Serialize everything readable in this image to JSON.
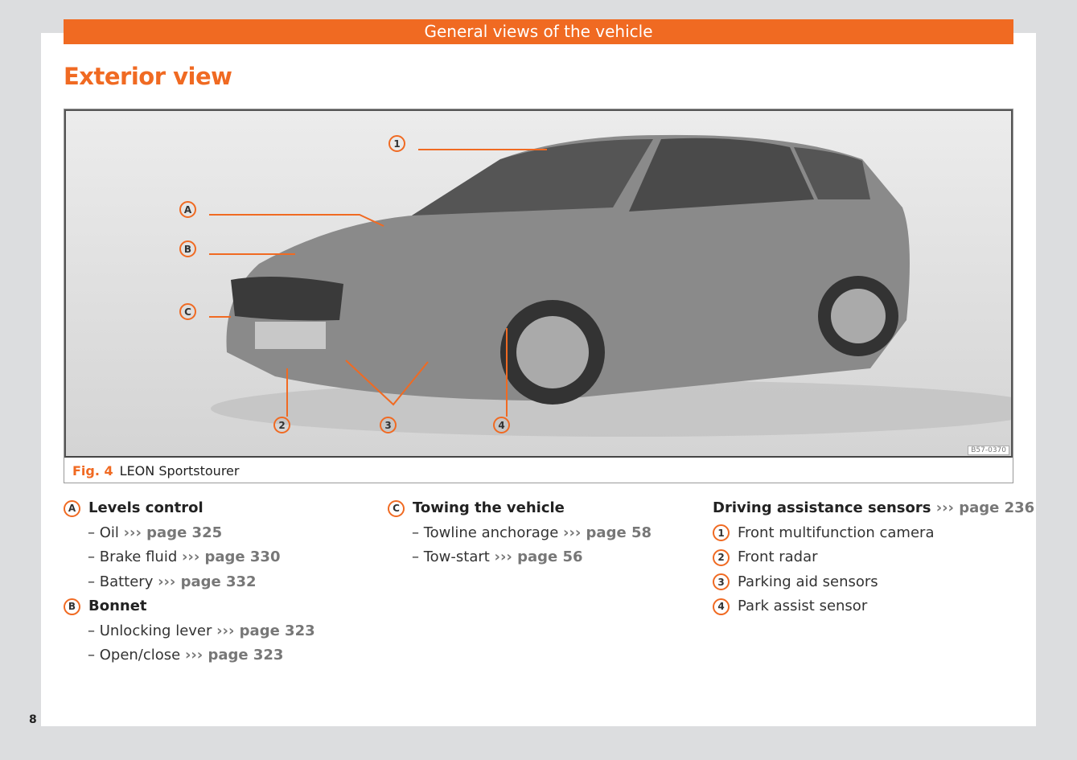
{
  "header": {
    "section": "General views of the vehicle",
    "title": "Exterior view"
  },
  "figure": {
    "label": "Fig. 4",
    "caption": "LEON Sportstourer",
    "code": "B57-0370",
    "callouts": [
      "1",
      "A",
      "B",
      "C",
      "2",
      "3",
      "4"
    ]
  },
  "col_a": [
    {
      "badge": "A",
      "title": "Levels control",
      "items": [
        {
          "text": "– Oil",
          "ref": "››› page 325"
        },
        {
          "text": "– Brake fluid",
          "ref": "››› page 330"
        },
        {
          "text": "– Battery",
          "ref": "››› page 332"
        }
      ]
    },
    {
      "badge": "B",
      "title": "Bonnet",
      "items": [
        {
          "text": "– Unlocking lever",
          "ref": "››› page 323"
        },
        {
          "text": "– Open/close",
          "ref": "››› page 323"
        }
      ]
    }
  ],
  "col_c": {
    "badge": "C",
    "title": "Towing the vehicle",
    "items": [
      {
        "text": "– Towline anchorage",
        "ref": "››› page 58"
      },
      {
        "text": "– Tow-start",
        "ref": "››› page 56"
      }
    ]
  },
  "col_sensors": {
    "title": "Driving assistance sensors",
    "ref": "››› page 236",
    "items": [
      {
        "badge": "1",
        "text": "Front multifunction camera"
      },
      {
        "badge": "2",
        "text": "Front radar"
      },
      {
        "badge": "3",
        "text": "Parking aid sensors"
      },
      {
        "badge": "4",
        "text": "Park assist sensor"
      }
    ]
  },
  "page_number": "8"
}
